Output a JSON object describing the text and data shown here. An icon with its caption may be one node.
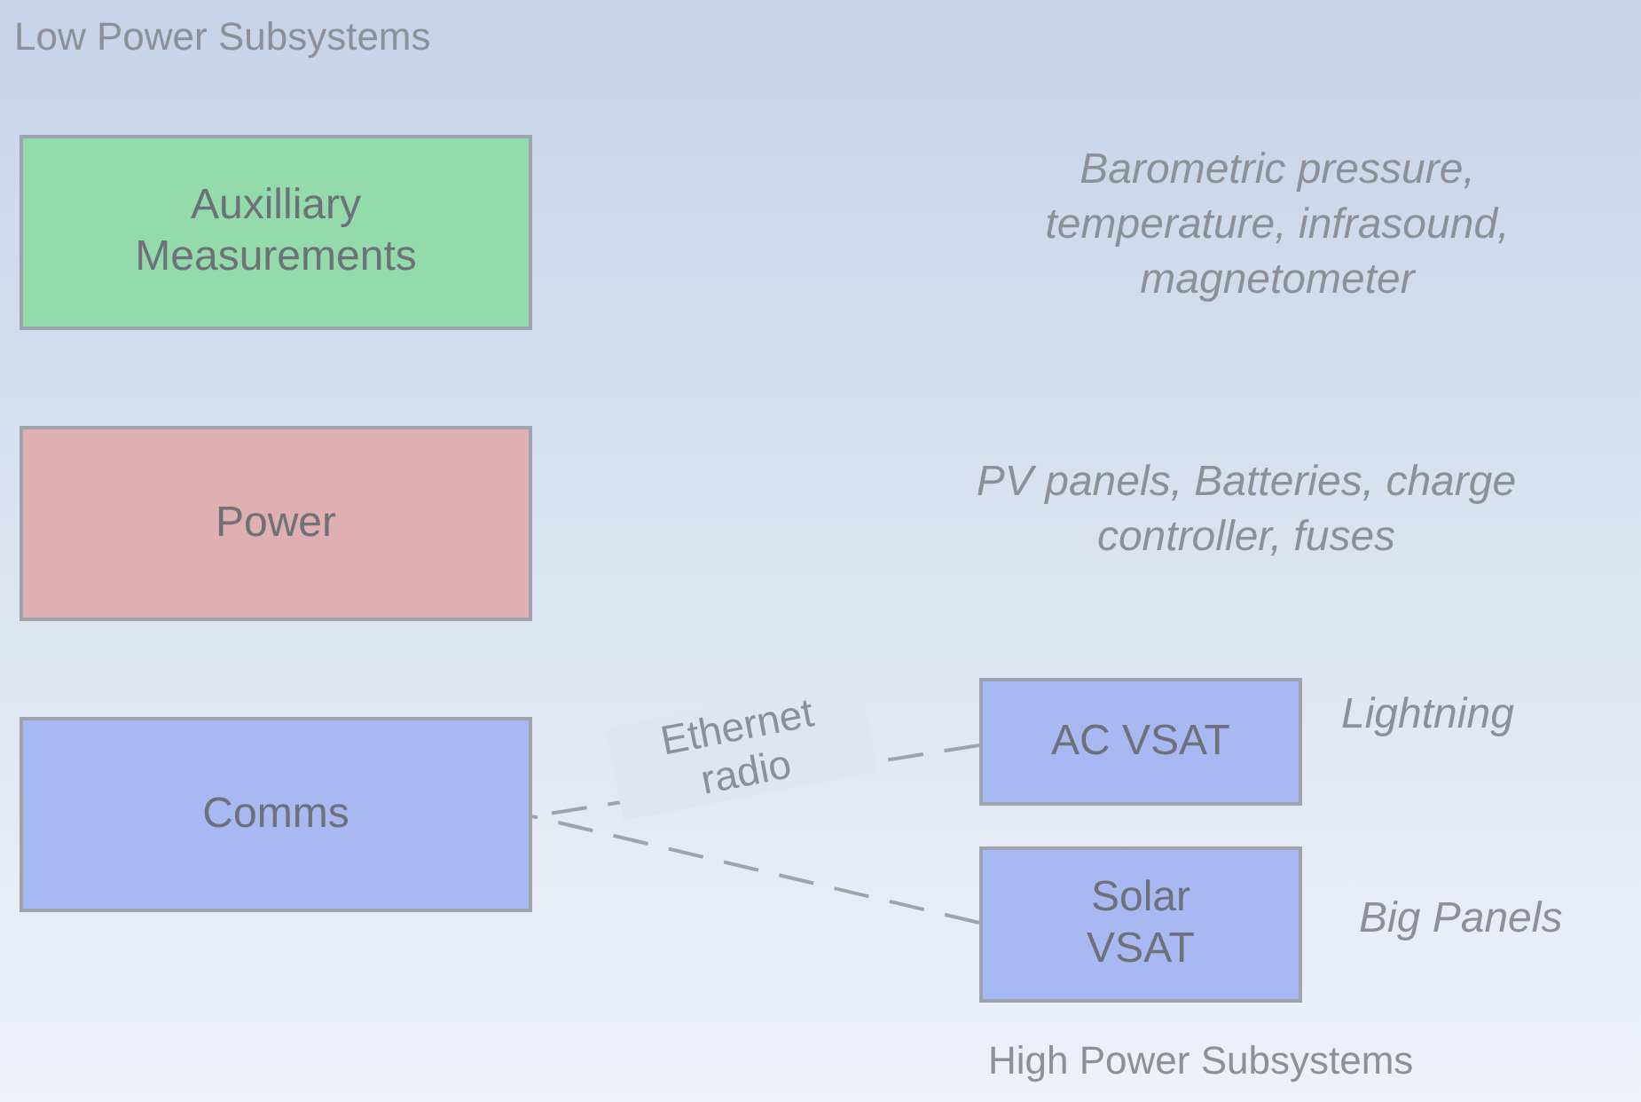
{
  "diagram": {
    "nodes": [
      {
        "text": [
          "Auxilliary Measurements"
        ]
      },
      {
        "text": [
          "Power"
        ]
      },
      {
        "text": [
          "Comms"
        ]
      },
      {
        "text": [
          "AC VSAT"
        ],
        "beside": [
          "Lightning"
        ]
      },
      {
        "text": [
          "Solar VSAT"
        ],
        "beside": [
          "Big Panels"
        ]
      }
    ],
    "edges": [
      {
        "from": 3,
        "to": 2,
        "arrow": "none",
        "style": "dashed",
        "label": "Ethernet radio"
      },
      {
        "from": 4,
        "to": 2,
        "arrow": "none",
        "style": "dashed"
      }
    ],
    "labels": [
      "Low Power Subsystems",
      "Barometric pressure, temperature, infrasound, magnetometer",
      "PV panels, Batteries, charge controller, fuses",
      "High Power Subsystems"
    ]
  }
}
